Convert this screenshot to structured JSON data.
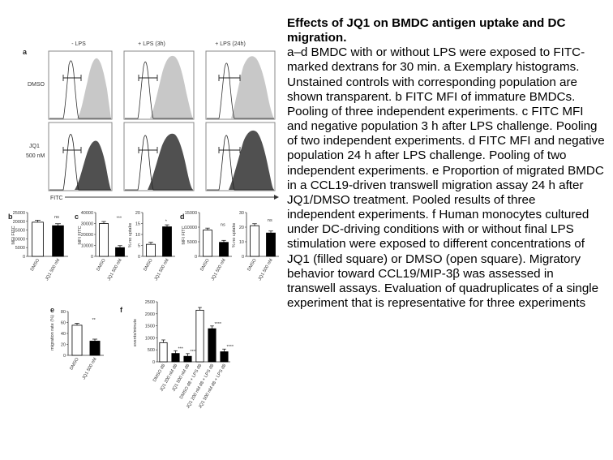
{
  "caption": {
    "title": "Effects of JQ1 on BMDC antigen uptake and DC migration.",
    "body": "a–d BMDC with or without LPS were exposed to FITC-marked dextrans for 30 min. a Exemplary histograms. Unstained controls with corresponding population are shown transparent. b FITC MFI of immature BMDCs. Pooling of three independent experiments. c FITC MFI and negative population 3 h after LPS challenge. Pooling of two independent experiments. d FITC MFI and negative population 24 h after LPS challenge. Pooling of two independent experiments. e Proportion of migrated BMDC in a CCL19-driven transwell migration assay 24 h after JQ1/DMSO treatment. Pooled results of three independent experiments. f Human monocytes cultured under DC-driving conditions with or without final LPS stimulation were exposed to different concentrations of JQ1 (filled square) or DMSO (open square). Migratory behavior toward CCL19/MIP-3β was assessed in transwell assays. Evaluation of quadruplicates of a single experiment that is representative for three experiments"
  },
  "figure": {
    "panel_a": {
      "letter": "a",
      "columns": [
        "- LPS",
        "+ LPS (3h)",
        "+ LPS (24h)"
      ],
      "rows": [
        "DMSO",
        "JQ1",
        "500 nM"
      ],
      "xlabel": "FITC"
    },
    "panel_b": {
      "letter": "b",
      "ylabel": "MFI FITC",
      "ticks": [
        "25000",
        "20000",
        "15000",
        "10000",
        "5000",
        "0"
      ],
      "sig": "ns"
    },
    "panel_c": {
      "letter": "c",
      "ylabel": "MFI FITC",
      "ticks": [
        "40000",
        "30000",
        "20000",
        "10000",
        "0"
      ],
      "sig": "***",
      "ylabel2": "% no uptake",
      "ticks2": [
        "20",
        "15",
        "10",
        "5",
        "0"
      ],
      "sig2": "*"
    },
    "panel_d": {
      "letter": "d",
      "ylabel": "MFI FITC",
      "ticks": [
        "15000",
        "10000",
        "5000",
        "0"
      ],
      "sig": "ns",
      "ylabel2": "% no uptake",
      "ticks2": [
        "30",
        "20",
        "10",
        "0"
      ],
      "sig2": "ns"
    },
    "panel_e": {
      "letter": "e",
      "ylabel": "migration rate (%)",
      "ticks": [
        "80",
        "60",
        "40",
        "20",
        "0"
      ],
      "sig": "**"
    },
    "panel_f": {
      "letter": "f",
      "ylabel": "events/minute",
      "ticks": [
        "2500",
        "2000",
        "1500",
        "1000",
        "500",
        "0"
      ],
      "sigs": [
        "***",
        "****",
        "****",
        "****"
      ],
      "xlabels": [
        "DMSO d8",
        "JQ1 200 nM d8",
        "JQ1 500 nM d8",
        "DMSO d8 + LPS d8",
        "JQ1 200 nM d8 + LPS d8",
        "JQ1 500 nM d8 + LPS d8"
      ]
    },
    "xcats": [
      "DMSO",
      "JQ1 500 nM"
    ]
  },
  "chart_data": [
    {
      "type": "bar",
      "panel": "b",
      "categories": [
        "DMSO",
        "JQ1 500 nM"
      ],
      "values": [
        19500,
        17500
      ],
      "ylim": [
        0,
        25000
      ],
      "ylabel": "MFI FITC"
    },
    {
      "type": "bar",
      "panel": "c-left",
      "categories": [
        "DMSO",
        "JQ1 500 nM"
      ],
      "values": [
        30000,
        8000
      ],
      "ylim": [
        0,
        40000
      ],
      "ylabel": "MFI FITC"
    },
    {
      "type": "bar",
      "panel": "c-right",
      "categories": [
        "DMSO",
        "JQ1 500 nM"
      ],
      "values": [
        5.5,
        13.5
      ],
      "ylim": [
        0,
        20
      ],
      "ylabel": "% no uptake"
    },
    {
      "type": "bar",
      "panel": "d-left",
      "categories": [
        "DMSO",
        "JQ1 500 nM"
      ],
      "values": [
        9000,
        4800
      ],
      "ylim": [
        0,
        15000
      ],
      "ylabel": "MFI FITC"
    },
    {
      "type": "bar",
      "panel": "d-right",
      "categories": [
        "DMSO",
        "JQ1 500 nM"
      ],
      "values": [
        21,
        16
      ],
      "ylim": [
        0,
        30
      ],
      "ylabel": "% no uptake"
    },
    {
      "type": "bar",
      "panel": "e",
      "categories": [
        "DMSO",
        "JQ1 500 nM"
      ],
      "values": [
        55,
        26
      ],
      "ylim": [
        0,
        80
      ],
      "ylabel": "migration rate (%)"
    },
    {
      "type": "bar",
      "panel": "f",
      "categories": [
        "DMSO d8",
        "JQ1 200 nM d8",
        "JQ1 500 nM d8",
        "DMSO d8 + LPS d8",
        "JQ1 200 nM d8 + LPS d8",
        "JQ1 500 nM d8 + LPS d8"
      ],
      "values": [
        800,
        350,
        230,
        2150,
        1380,
        420
      ],
      "ylim": [
        0,
        2500
      ],
      "ylabel": "events/minute"
    }
  ]
}
